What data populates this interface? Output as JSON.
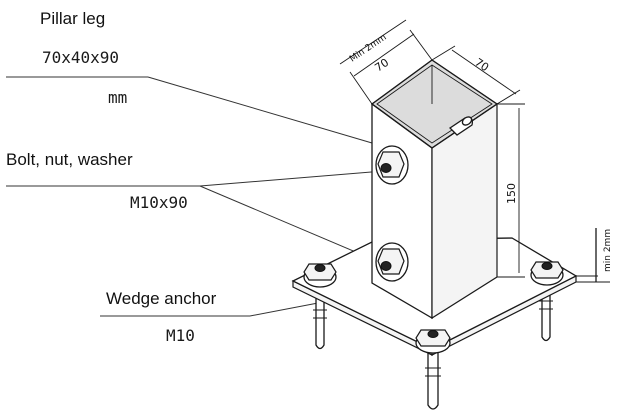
{
  "labels": {
    "pillar_leg": {
      "title": "Pillar leg",
      "spec": "70x40x90",
      "unit": "mm"
    },
    "bolt": {
      "title": "Bolt, nut, washer",
      "spec": "M10x90"
    },
    "anchor": {
      "title": "Wedge anchor",
      "spec": "M10"
    }
  },
  "dimensions": {
    "top_min": "Min 2mm",
    "top_left": "70",
    "top_right": "70",
    "height": "150",
    "plate_min": "min 2mm"
  },
  "colors": {
    "line": "#1a1a1a",
    "background": "#ffffff"
  }
}
